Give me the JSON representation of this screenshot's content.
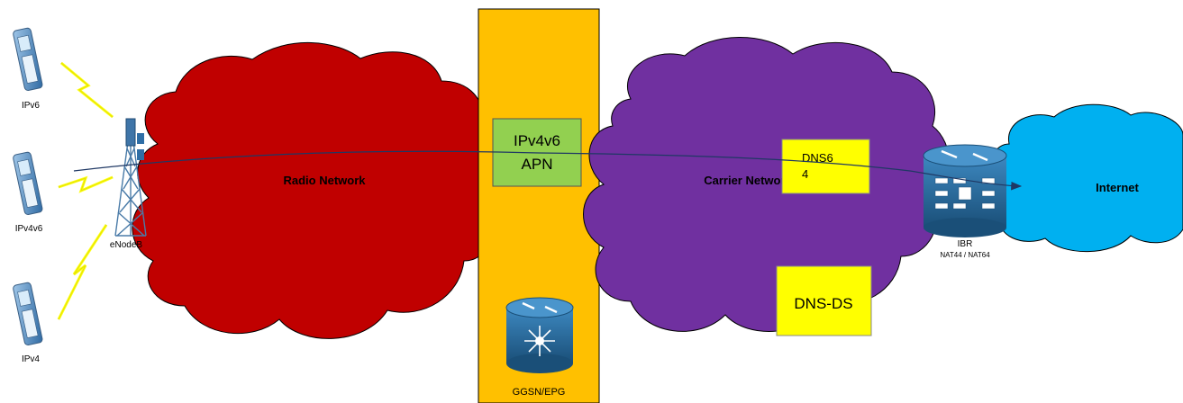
{
  "devices": [
    {
      "label": "IPv6"
    },
    {
      "label": "IPv4v6"
    },
    {
      "label": "IPv4"
    }
  ],
  "enodeb": {
    "label": "eNodeB"
  },
  "radio_network": {
    "label": "Radio Network",
    "color": "#c00000"
  },
  "ggsn": {
    "label": "GGSN/EPG",
    "bar_color": "#ffc000"
  },
  "apn": {
    "line1": "IPv4v6",
    "line2": "APN",
    "color": "#92d050"
  },
  "carrier_network": {
    "label": "Carrier Network",
    "color": "#7030a0"
  },
  "dns64": {
    "line1": "DNS6",
    "line2": "4",
    "color": "#ffff00"
  },
  "dns_ds": {
    "label": "DNS-DS",
    "color": "#ffff00"
  },
  "ibr": {
    "label": "IBR",
    "sublabel": "NAT44 / NAT64"
  },
  "internet": {
    "label": "Internet",
    "color": "#00b0f0"
  },
  "colors": {
    "lightning": "#ffff00",
    "router": "#2a6e9e"
  }
}
